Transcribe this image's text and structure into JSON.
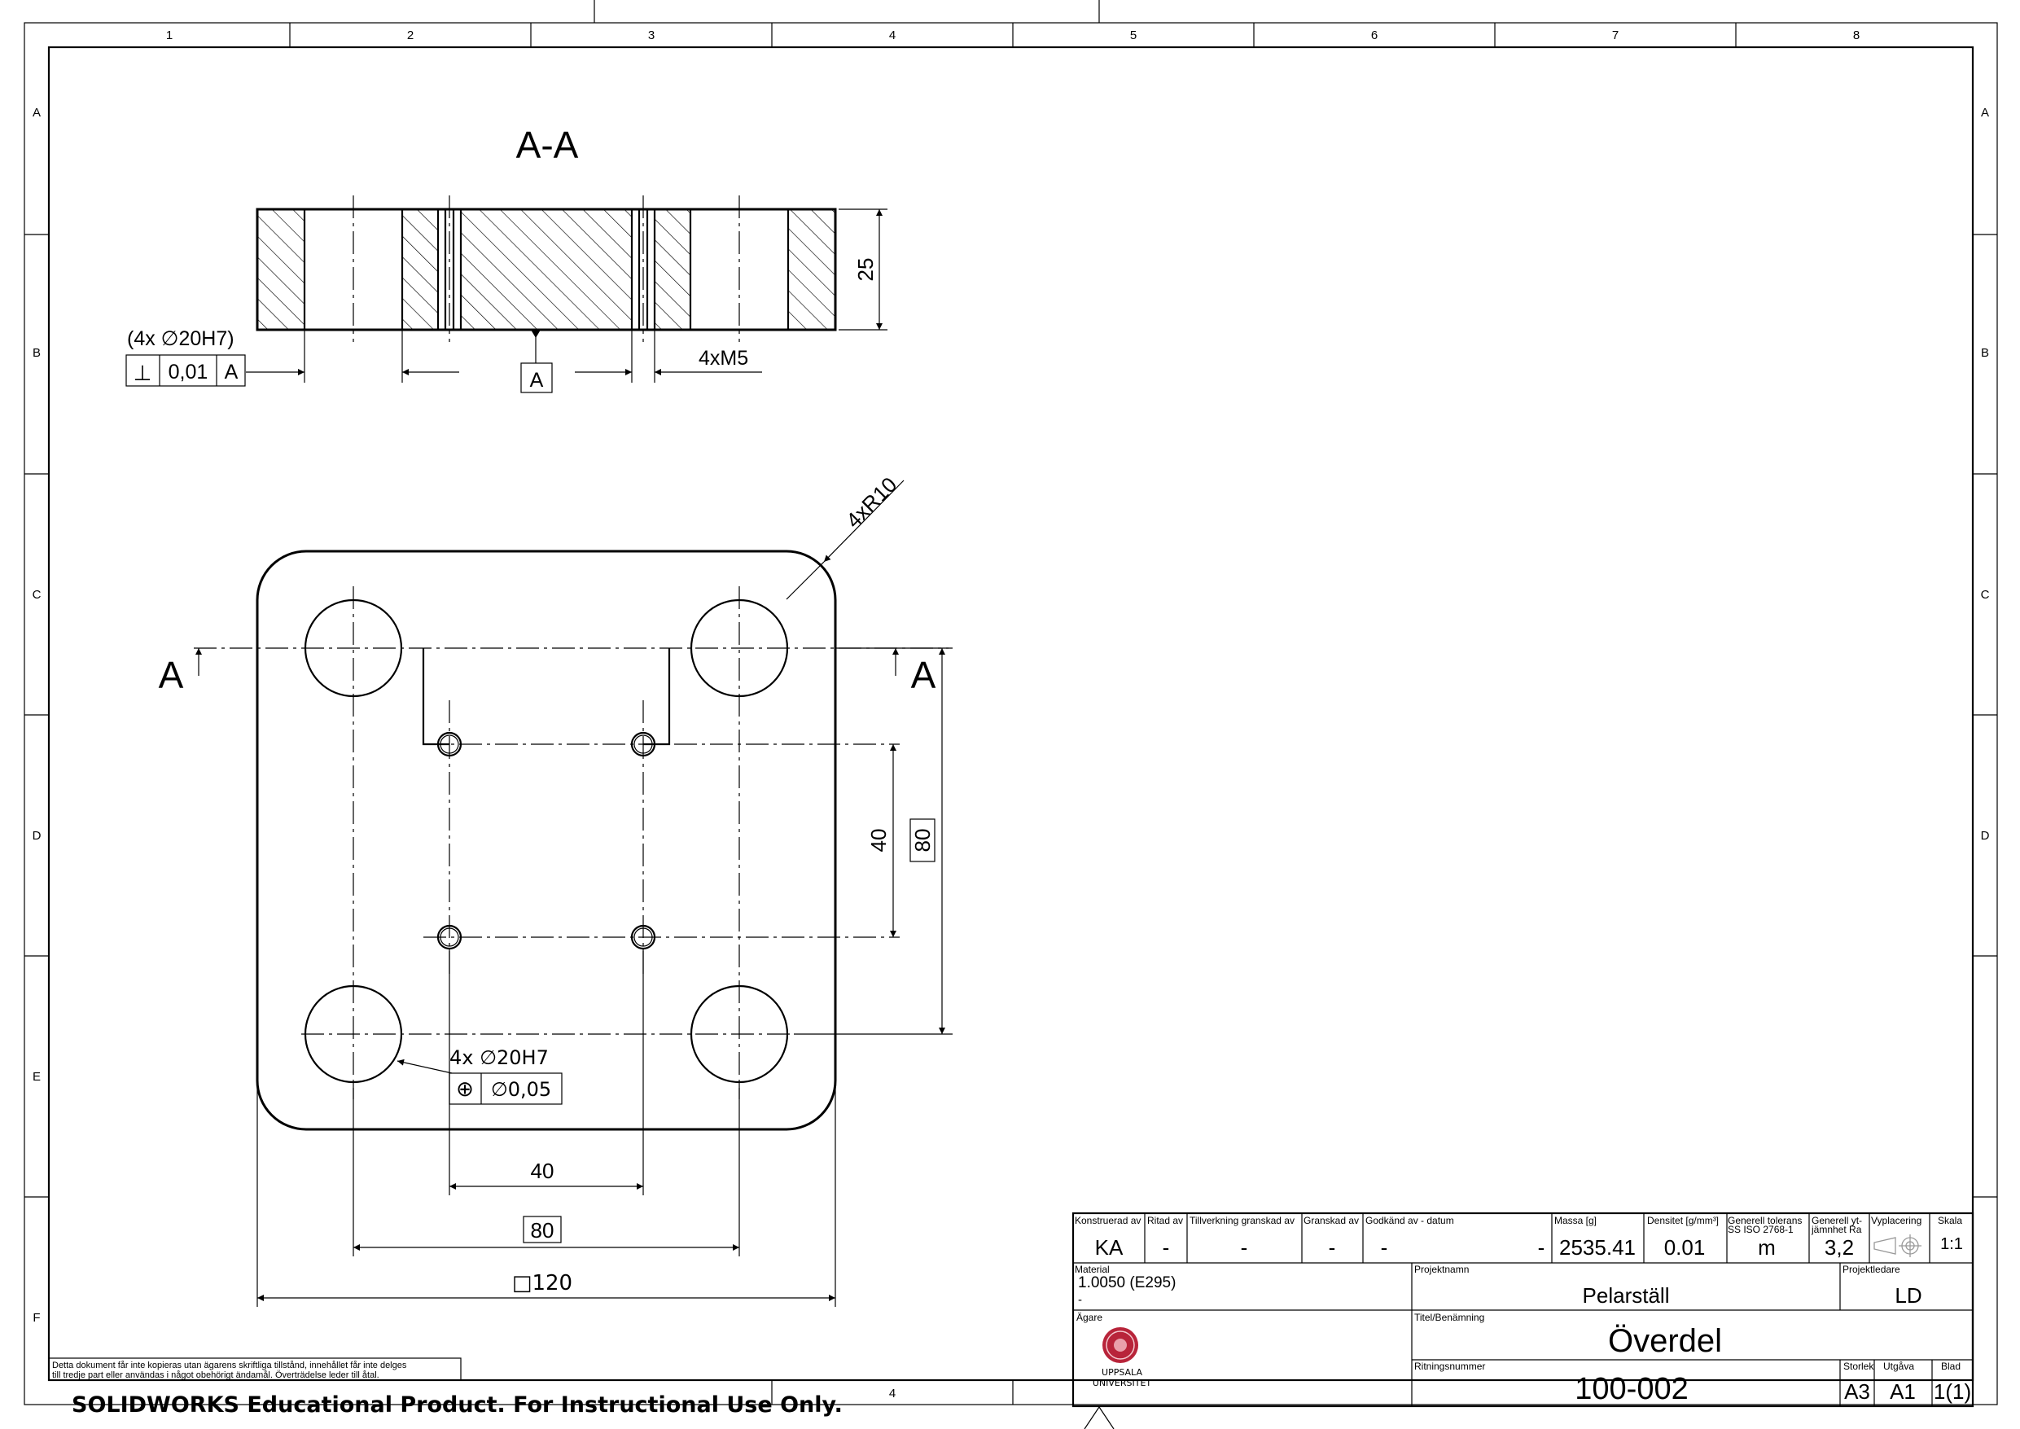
{
  "border": {
    "columns": [
      "1",
      "2",
      "3",
      "4",
      "5",
      "6",
      "7",
      "8"
    ],
    "rows": [
      "A",
      "B",
      "C",
      "D",
      "E",
      "F"
    ],
    "bottom_zone_label": "4"
  },
  "section_view": {
    "title": "A-A",
    "dim_thickness": "25",
    "hole_note": "(4x ∅20H7)",
    "fcf_symbol": "⊥",
    "fcf_tolerance": "0,01",
    "fcf_datum": "A",
    "datum_label": "A",
    "thread_note": "4xM5"
  },
  "plan_view": {
    "section_mark_left": "A",
    "section_mark_right": "A",
    "corner_radius_note": "4xR10",
    "dim_vertical_inner": "40",
    "dim_vertical_outer_basic": "80",
    "dim_horizontal_inner": "40",
    "dim_horizontal_outer_basic": "80",
    "dim_overall": "□120",
    "bore_note": "4x  ∅20H7",
    "position_symbol": "⊕",
    "position_tolerance": "∅0,05"
  },
  "legal_notice": [
    "Detta dokument får inte kopieras utan ägarens skriftliga tillstånd, innehållet får inte delges",
    "till tredje part eller användas i något obehörigt ändamål. Överträdelse leder till åtal."
  ],
  "watermark": "SOLIDWORKS Educational Product. For Instructional Use Only.",
  "title_block": {
    "h_konstruerad": "Konstruerad av",
    "h_ritad": "Ritad av",
    "h_tillverkning": "Tillverkning granskad av",
    "h_granskad": "Granskad av",
    "h_godkand": "Godkänd av  - datum",
    "h_massa": "Massa [g]",
    "h_densitet": "Densitet [g/mm³]",
    "h_tolerans_1": "Generell tolerans",
    "h_tolerans_2": "SS ISO 2768-1",
    "h_ytjamnhet_1": "Generell yt-",
    "h_ytjamnhet_2": "jämnhet Ra",
    "h_vyplacering": "Vyplacering",
    "h_skala": "Skala",
    "v_konstruerad": "KA",
    "v_ritad": "-",
    "v_tillverkning": "-",
    "v_granskad": "-",
    "v_godkand": "-",
    "v_datum": "-",
    "v_massa": "2535.41",
    "v_densitet": "0.01",
    "v_tolerans": "m",
    "v_ytjamnhet": "3,2",
    "v_skala": "1:1",
    "h_material": "Material",
    "v_material": "1.0050 (E295)",
    "v_material_2": "-",
    "h_projektnamn": "Projektnamn",
    "v_projektnamn": "Pelarställ",
    "h_projektledare": "Projektledare",
    "v_projektledare": "LD",
    "h_agare": "Ägare",
    "logo_line1": "UPPSALA",
    "logo_line2": "UNIVERSITET",
    "h_titel": "Titel/Benämning",
    "v_titel": "Överdel",
    "h_ritningsnummer": "Ritningsnummer",
    "v_ritningsnummer": "100-002",
    "h_storlek": "Storlek",
    "h_utgava": "Utgåva",
    "h_blad": "Blad",
    "v_storlek": "A3",
    "v_utgava": "A1",
    "v_blad": "1(1)"
  }
}
